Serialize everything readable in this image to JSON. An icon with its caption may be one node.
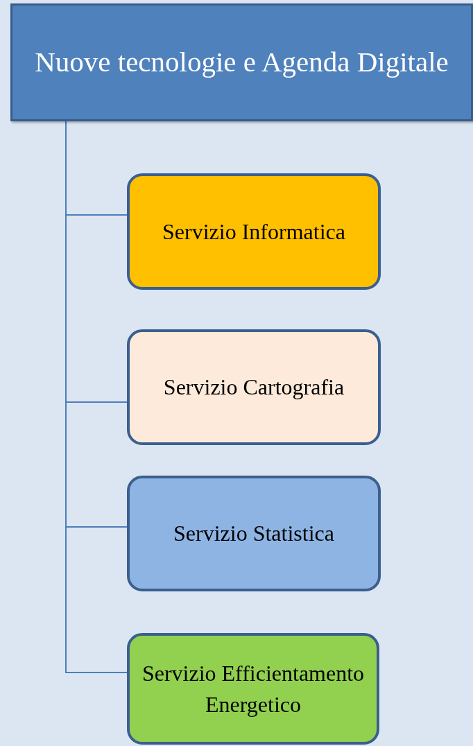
{
  "diagram": {
    "nodes": [
      {
        "text": [
          "Nuove tecnologie e Agenda Digitale"
        ]
      },
      {
        "text": [
          "Servizio Informatica"
        ]
      },
      {
        "text": [
          "Servizio Cartografia"
        ]
      },
      {
        "text": [
          "Servizio Statistica"
        ]
      },
      {
        "text": [
          "Servizio Efficientamento Energetico"
        ]
      }
    ],
    "edges": [
      {
        "from": 0,
        "to": 1,
        "arrow": "none"
      },
      {
        "from": 0,
        "to": 2,
        "arrow": "none"
      },
      {
        "from": 0,
        "to": 3,
        "arrow": "none"
      },
      {
        "from": 0,
        "to": 4,
        "arrow": "none"
      }
    ]
  }
}
